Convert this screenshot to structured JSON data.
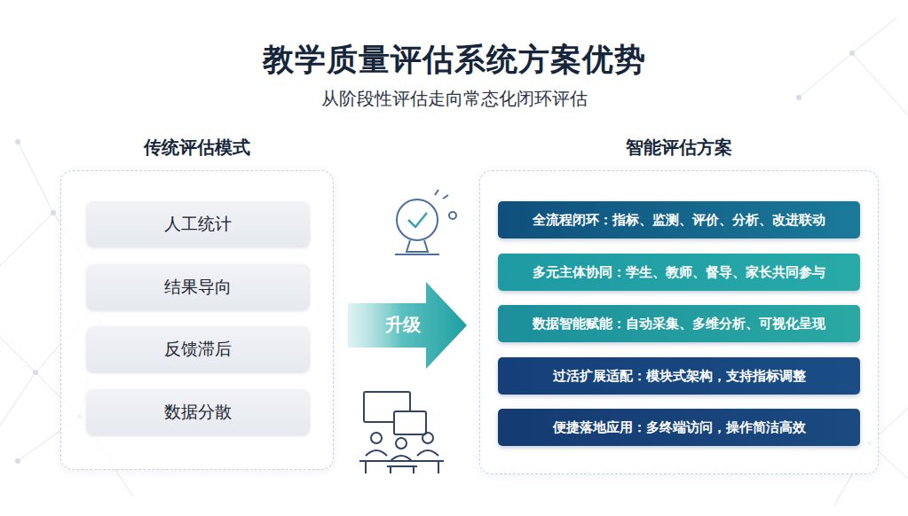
{
  "diagram": {
    "title": "教学质量评估系统方案优势",
    "caption": "从阶段性评估走向常态化闭环评估",
    "nodes": [
      {
        "text": [
          "传统评估模式"
        ]
      },
      {
        "text": [
          "人工统计"
        ],
        "in": 0
      },
      {
        "text": [
          "结果导向"
        ],
        "in": 0
      },
      {
        "text": [
          "反馈滞后"
        ],
        "in": 0
      },
      {
        "text": [
          "数据分散"
        ],
        "in": 0
      },
      {
        "text": [
          "升级"
        ]
      },
      {
        "text": [
          "智能评估方案"
        ]
      },
      {
        "text": [
          "全流程闭环：指标、监测、评价、分析、改进联动"
        ],
        "in": 6
      },
      {
        "text": [
          "多元主体协同：学生、教师、督导、家长共同参与"
        ],
        "in": 6
      },
      {
        "text": [
          "数据智能赋能：自动采集、多维分析、可视化呈现"
        ],
        "in": 6
      },
      {
        "text": [
          "过活扩展适配：模块式架构，支持指标调整"
        ],
        "in": 6
      },
      {
        "text": [
          "便捷落地应用：多终端访问，操作简洁高效"
        ],
        "in": 6
      }
    ]
  }
}
